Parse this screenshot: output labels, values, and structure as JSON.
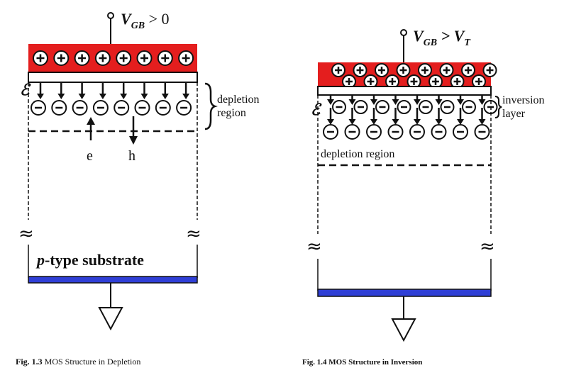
{
  "colors": {
    "gate": "#e41e1e",
    "ground_plate": "#2f3fd6",
    "ink": "#111111"
  },
  "figure_left": {
    "voltage_label": "V",
    "voltage_sub": "GB",
    "voltage_condition": " > 0",
    "field_symbol": "ℰ",
    "bracket_label_line1": "depletion",
    "bracket_label_line2": "region",
    "electron_label": "e",
    "hole_label": "h",
    "substrate_type": "p",
    "substrate_rest": "-type substrate",
    "break_symbol_left": "≈",
    "break_symbol_right": "≈",
    "caption_number": "Fig. 1.3",
    "caption_text": " MOS Structure in Depletion"
  },
  "figure_right": {
    "voltage_label": "V",
    "voltage_sub": "GB",
    "voltage_condition": " > V",
    "voltage_threshold_sub": "T",
    "field_symbol": "ℰ",
    "bracket_label_line1": "inversion",
    "bracket_label_line2": "layer",
    "depletion_label": "depletion region",
    "break_symbol_left": "≈",
    "break_symbol_right": "≈",
    "caption_number": "Fig. 1.4",
    "caption_text": " MOS Structure in Inversion"
  }
}
